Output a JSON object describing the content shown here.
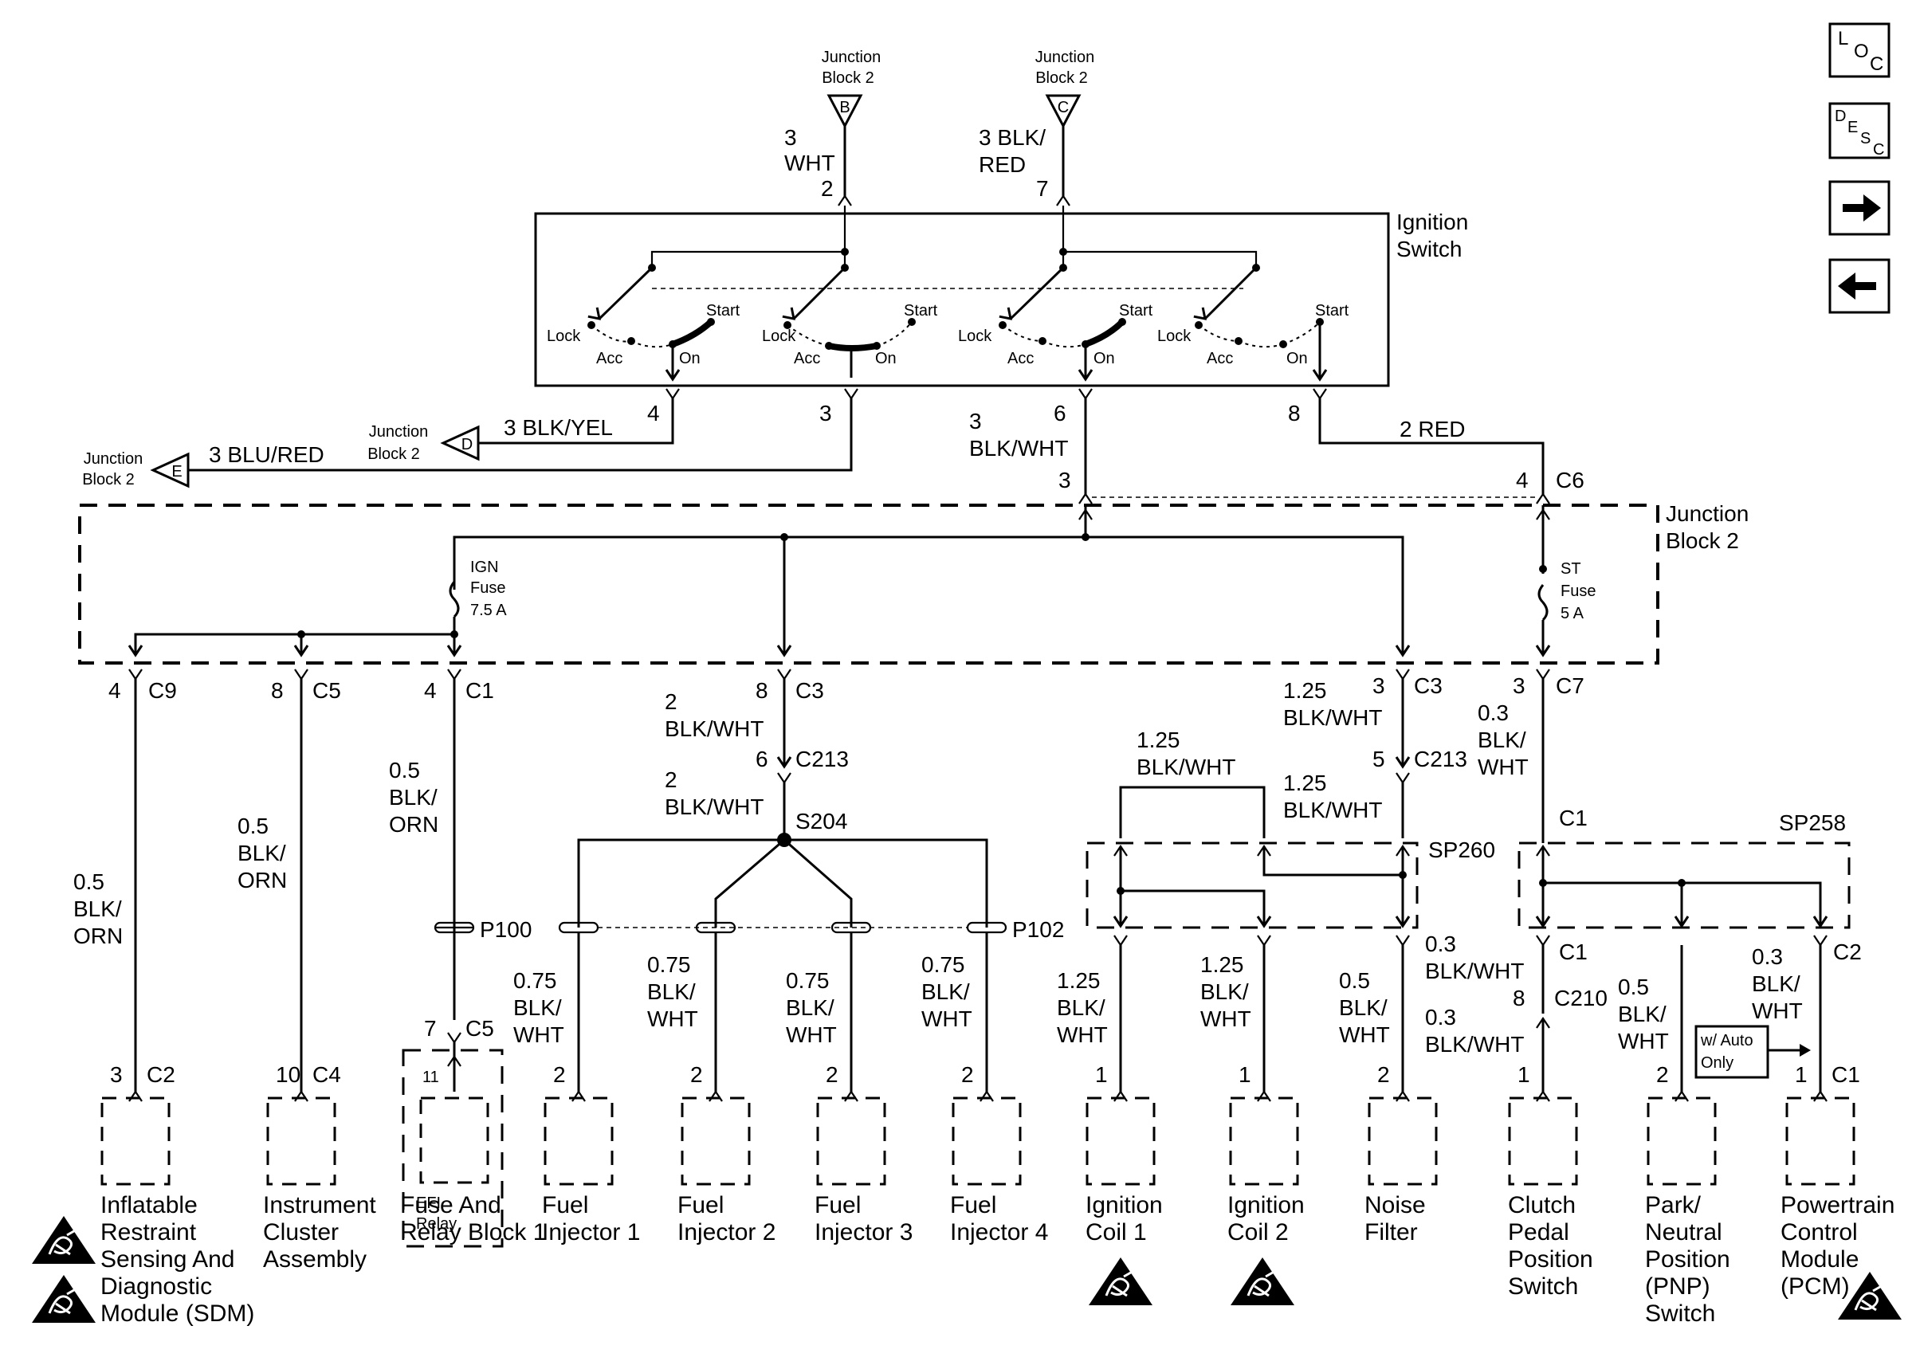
{
  "nav": {
    "loc": {
      "a": "L",
      "b": "O",
      "c": "C"
    },
    "desc": {
      "a": "D",
      "b": "E",
      "c": "S",
      "d": "C"
    }
  },
  "top": {
    "jb2_b": {
      "l1": "Junction",
      "l2": "Block 2",
      "letter": "B",
      "size": "3",
      "color": "WHT",
      "pin": "2"
    },
    "jb2_c": {
      "l1": "Junction",
      "l2": "Block 2",
      "letter": "C",
      "size": "3 BLK/",
      "color": "RED",
      "pin": "7"
    }
  },
  "ignition_switch": {
    "l1": "Ignition",
    "l2": "Switch",
    "lock": "Lock",
    "acc": "Acc",
    "on": "On",
    "start": "Start",
    "pins": {
      "p4": "4",
      "p3": "3",
      "p6": "6",
      "p8": "8"
    }
  },
  "left_feeds": {
    "d": {
      "l1": "Junction",
      "l2": "Block 2",
      "letter": "D",
      "wire": "3 BLK/YEL"
    },
    "e": {
      "l1": "Junction",
      "l2": "Block 2",
      "letter": "E",
      "wire": "3 BLU/RED"
    }
  },
  "switch_out": {
    "mid_size": "3",
    "mid_color": "BLK/WHT",
    "mid_pin": "3",
    "red_wire": "2 RED",
    "c6_pin": "4",
    "c6": "C6"
  },
  "jb2": {
    "l1": "Junction",
    "l2": "Block 2",
    "ign_fuse": {
      "l1": "IGN",
      "l2": "Fuse",
      "l3": "7.5 A"
    },
    "st_fuse": {
      "l1": "ST",
      "l2": "Fuse",
      "l3": "5 A"
    },
    "outputs": {
      "o1": {
        "pin": "4",
        "conn": "C9"
      },
      "o2": {
        "pin": "8",
        "conn": "C5"
      },
      "o3": {
        "pin": "4",
        "conn": "C1"
      },
      "o4": {
        "pin": "8",
        "conn": "C3"
      },
      "o5": {
        "pin": "3",
        "conn": "C3"
      },
      "o6": {
        "pin": "3",
        "conn": "C7"
      }
    }
  },
  "wires": {
    "sdm": {
      "a": "0.5",
      "b": "BLK/",
      "c": "ORN"
    },
    "ic": {
      "a": "0.5",
      "b": "BLK/",
      "c": "ORN"
    },
    "fuse": {
      "a": "0.5",
      "b": "BLK/",
      "c": "ORN"
    },
    "inj_top": {
      "a": "2",
      "b": "BLK/WHT",
      "pin": "6",
      "conn": "C213"
    },
    "inj_mid": {
      "a": "2",
      "b": "BLK/WHT",
      "splice": "S204"
    },
    "coil_top": {
      "a": "1.25",
      "b": "BLK/WHT",
      "pin": "5",
      "conn": "C213"
    },
    "coil_mid": {
      "a": "1.25",
      "b": "BLK/WHT"
    },
    "coil_loop": {
      "a": "1.25",
      "b": "BLK/WHT"
    },
    "c7": {
      "a": "0.3",
      "b": "BLK/",
      "c": "WHT"
    },
    "c3r": {
      "a": "1.25",
      "b": "BLK/WHT"
    }
  },
  "splices": {
    "sp260": "SP260",
    "sp258": "SP258",
    "c1": "C1"
  },
  "inline": {
    "p100": "P100",
    "p102": "P102",
    "c5_pin": "7",
    "c5": "C5",
    "relay_pin": "11"
  },
  "lower_wires": {
    "inj1": {
      "a": "0.75",
      "b": "BLK/",
      "c": "WHT"
    },
    "inj2": {
      "a": "0.75",
      "b": "BLK/",
      "c": "WHT"
    },
    "inj3": {
      "a": "0.75",
      "b": "BLK/",
      "c": "WHT"
    },
    "inj4": {
      "a": "0.75",
      "b": "BLK/",
      "c": "WHT"
    },
    "coil1": {
      "a": "1.25",
      "b": "BLK/",
      "c": "WHT"
    },
    "coil2": {
      "a": "1.25",
      "b": "BLK/",
      "c": "WHT"
    },
    "nf": {
      "a": "0.5",
      "b": "BLK/",
      "c": "WHT"
    },
    "cp1": {
      "a": "0.3",
      "b": "BLK/WHT",
      "c1": "C1"
    },
    "cp2": {
      "pin": "8",
      "conn": "C210"
    },
    "cp3": {
      "a": "0.3",
      "b": "BLK/WHT"
    },
    "pnp": {
      "a": "0.5",
      "b": "BLK/",
      "c": "WHT"
    },
    "pcm": {
      "a": "0.3",
      "b": "BLK/",
      "c": "WHT",
      "c2": "C2"
    },
    "auto": {
      "l1": "w/ Auto",
      "l2": "Only"
    }
  },
  "components": [
    {
      "pin": "3",
      "conn": "C2",
      "lines": [
        "Inflatable",
        "Restraint",
        "Sensing And",
        "Diagnostic",
        "Module (SDM)"
      ]
    },
    {
      "pin": "10",
      "conn": "C4",
      "lines": [
        "Instrument",
        "Cluster",
        "Assembly"
      ]
    },
    {
      "pin": "",
      "conn": "",
      "inner": [
        "EFI",
        "Relay"
      ],
      "lines": [
        "Fuse And",
        "Relay Block 1"
      ]
    },
    {
      "pin": "2",
      "conn": "",
      "lines": [
        "Fuel",
        "Injector 1"
      ]
    },
    {
      "pin": "2",
      "conn": "",
      "lines": [
        "Fuel",
        "Injector 2"
      ]
    },
    {
      "pin": "2",
      "conn": "",
      "lines": [
        "Fuel",
        "Injector 3"
      ]
    },
    {
      "pin": "2",
      "conn": "",
      "lines": [
        "Fuel",
        "Injector 4"
      ]
    },
    {
      "pin": "1",
      "conn": "",
      "lines": [
        "Ignition",
        "Coil 1"
      ]
    },
    {
      "pin": "1",
      "conn": "",
      "lines": [
        "Ignition",
        "Coil 2"
      ]
    },
    {
      "pin": "2",
      "conn": "",
      "lines": [
        "Noise",
        "Filter"
      ]
    },
    {
      "pin": "1",
      "conn": "",
      "lines": [
        "Clutch",
        "Pedal",
        "Position",
        "Switch"
      ]
    },
    {
      "pin": "2",
      "conn": "",
      "lines": [
        "Park/",
        "Neutral",
        "Position",
        "(PNP)",
        "Switch"
      ]
    },
    {
      "pin": "1",
      "conn": "C1",
      "lines": [
        "Powertrain",
        "Control",
        "Module",
        "(PCM)"
      ]
    }
  ]
}
